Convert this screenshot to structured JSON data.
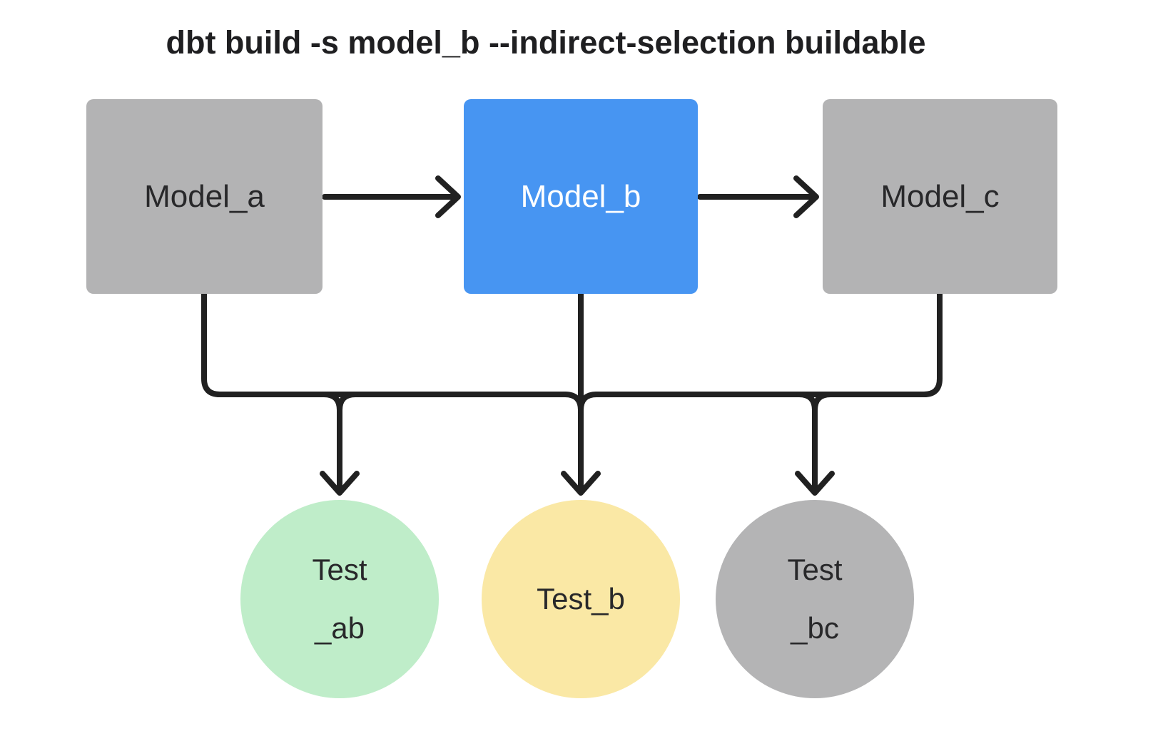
{
  "title": "dbt build -s model_b --indirect-selection buildable",
  "colors": {
    "background": "#FFFFFF",
    "connector": "#212121",
    "title_text": "#1F1F21",
    "model_gray_fill": "#B3B3B4",
    "model_selected_fill": "#4795F2",
    "test_green_fill": "#BFEDC9",
    "test_yellow_fill": "#FAE8A5",
    "test_gray_fill": "#B4B4B5",
    "dark_text": "#28282A",
    "light_text": "#FFFFFF"
  },
  "models": [
    {
      "label": "Model_a",
      "fill": "#B3B3B4",
      "text_color": "#28282A"
    },
    {
      "label": "Model_b",
      "fill": "#4795F2",
      "text_color": "#FFFFFF"
    },
    {
      "label": "Model_c",
      "fill": "#B3B3B4",
      "text_color": "#28282A"
    }
  ],
  "tests": [
    {
      "line1": "Test",
      "line2": "_ab",
      "fill": "#BFEDC9"
    },
    {
      "line1": "Test_b",
      "line2": "",
      "fill": "#FAE8A5"
    },
    {
      "line1": "Test",
      "line2": "_bc",
      "fill": "#B4B4B5"
    }
  ]
}
